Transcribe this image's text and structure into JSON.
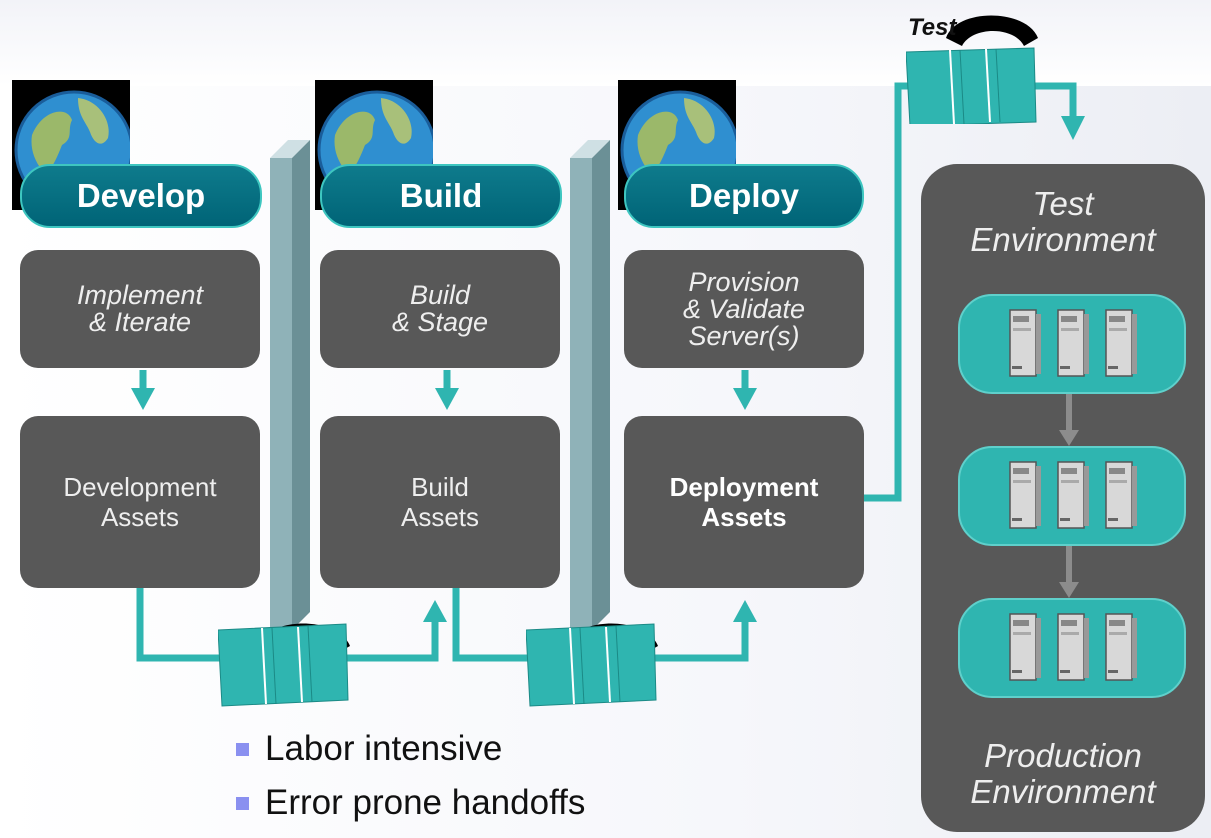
{
  "stages": [
    {
      "label": "Develop",
      "task": [
        "Implement",
        "& Iterate"
      ],
      "assets": [
        "Development",
        "Assets"
      ],
      "assets_bold": false
    },
    {
      "label": "Build",
      "task": [
        "Build",
        "& Stage"
      ],
      "assets": [
        "Build",
        "Assets"
      ],
      "assets_bold": false
    },
    {
      "label": "Deploy",
      "task": [
        "Provision",
        "& Validate",
        "Server(s)"
      ],
      "assets": [
        "Deployment",
        "Assets"
      ],
      "assets_bold": true
    }
  ],
  "test_label": "Test",
  "environment": {
    "test_title": [
      "Test",
      "Environment"
    ],
    "production_title": [
      "Production",
      "Environment"
    ],
    "pods": 3,
    "servers_per_pod": 3
  },
  "bullets": [
    "Labor intensive",
    "Error prone handoffs"
  ],
  "colors": {
    "teal_dark": "#006477",
    "teal": "#2fb5b0",
    "box_gray": "#585858",
    "bullet": "#8a90f0"
  }
}
